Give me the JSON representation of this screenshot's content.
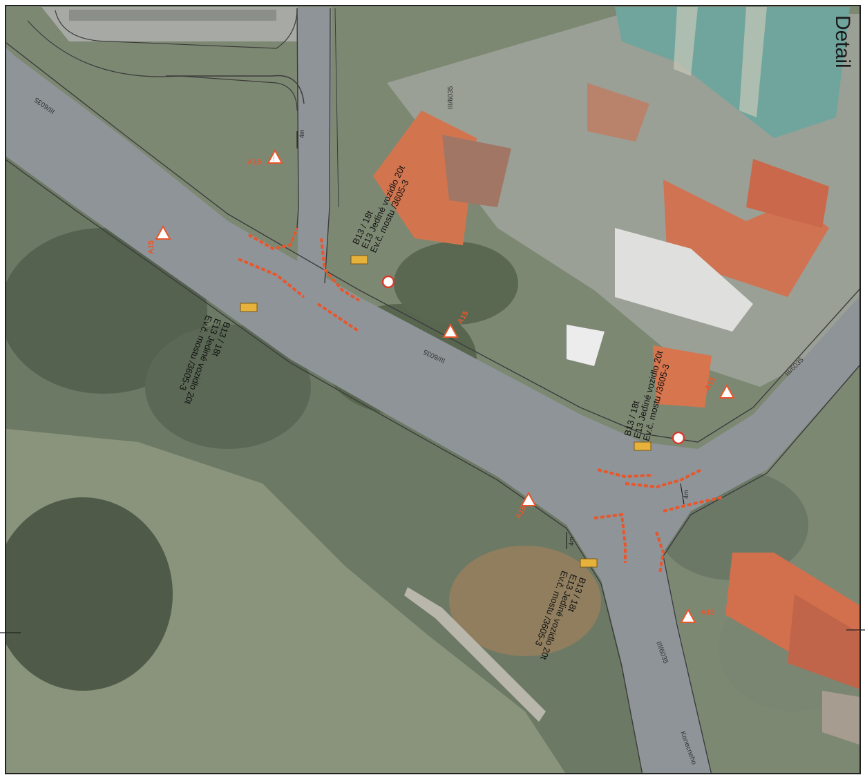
{
  "map": {
    "title": "Detail",
    "road_labels": [
      "III/6035",
      "III/6035",
      "III/6035",
      "III/6035",
      "III/6035",
      "Konecneho"
    ],
    "dimension_labels": [
      "4m",
      "4m",
      "4m"
    ],
    "warning_sign_labels": [
      "A15",
      "A15",
      "A15",
      "A15",
      "A15",
      "A15"
    ],
    "sign_notes": [
      {
        "lines": [
          "B13 / 18t",
          "E13 Jediné vozidlo 20t",
          "Ev.č. mostu /3605-3"
        ]
      },
      {
        "lines": [
          "B13 / 18t",
          "E13 Jediné vozidlo 20t",
          "Ev.č. mostu /3605-3"
        ]
      },
      {
        "lines": [
          "B13 / 18t",
          "E13 Jediné vozidlo 20t",
          "Ev.č. mostu /3605-3"
        ]
      },
      {
        "lines": [
          "B13 / 18t",
          "E13 Jediné vozidlo 20t",
          "Ev.č. mostu /3605-3"
        ]
      }
    ],
    "colors": {
      "road": "#8f9498",
      "road_edge": "#3c3c3c",
      "vegetation_dark": "#5f6c58",
      "vegetation_light": "#8d9a80",
      "roof": "#d9704f",
      "warning": "#e8562c",
      "barrier": "#e8562c",
      "frame": "#222222"
    }
  }
}
